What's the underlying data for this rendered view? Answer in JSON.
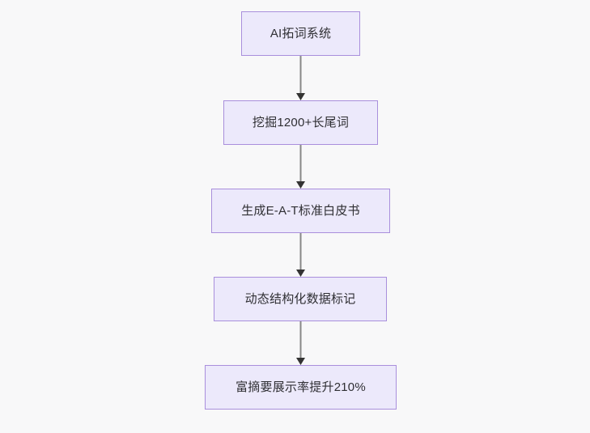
{
  "diagram": {
    "type": "flowchart",
    "orientation": "top-to-bottom",
    "background_color": "#f8f8f9",
    "node_fill_color": "#ece9fb",
    "node_border_color": "#a98fdc",
    "edge_color": "#888888",
    "text_color": "#2f2f33",
    "nodes": [
      {
        "id": "n1",
        "label": "AI拓词系统"
      },
      {
        "id": "n2",
        "label": "挖掘1200+长尾词"
      },
      {
        "id": "n3",
        "label": "生成E-A-T标准白皮书"
      },
      {
        "id": "n4",
        "label": "动态结构化数据标记"
      },
      {
        "id": "n5",
        "label": "富摘要展示率提升210%"
      }
    ],
    "edges": [
      {
        "from": "n1",
        "to": "n2",
        "arrow": "arrow-down-icon"
      },
      {
        "from": "n2",
        "to": "n3",
        "arrow": "arrow-down-icon"
      },
      {
        "from": "n3",
        "to": "n4",
        "arrow": "arrow-down-icon"
      },
      {
        "from": "n4",
        "to": "n5",
        "arrow": "arrow-down-icon"
      }
    ]
  }
}
